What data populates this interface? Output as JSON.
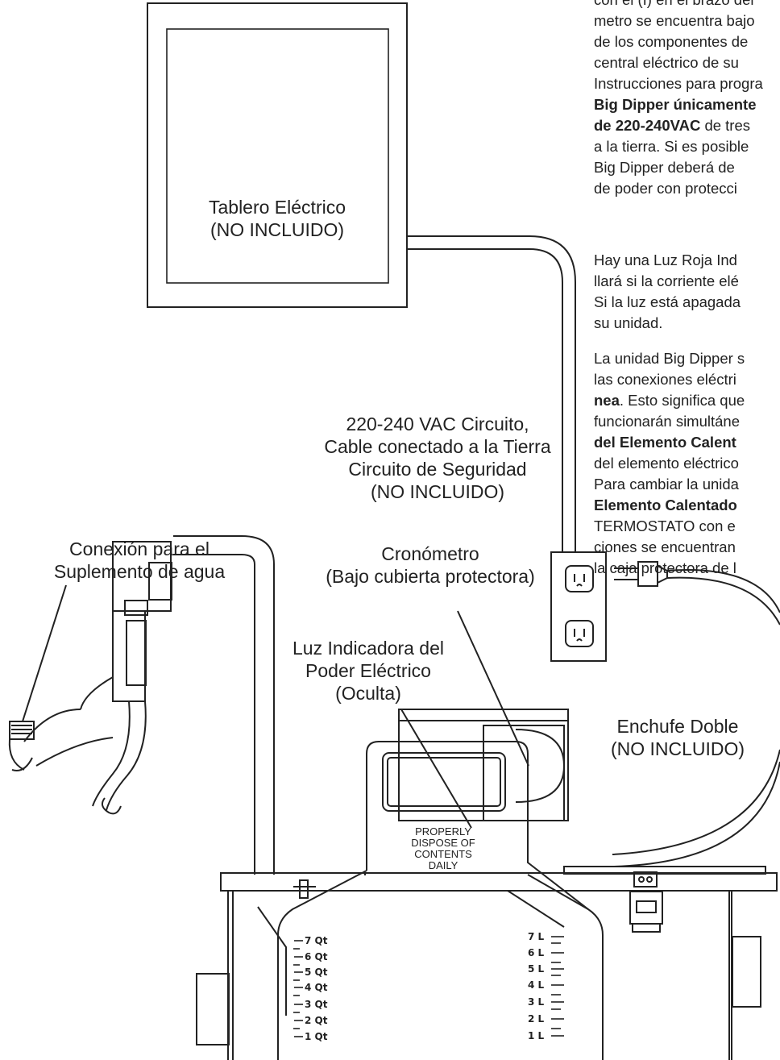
{
  "labels": {
    "panel_line1": "Tablero Eléctrico",
    "panel_line2": "(NO INCLUIDO)",
    "circuit_line1": "220-240 VAC Circuito,",
    "circuit_line2": "Cable conectado a la Tierra",
    "circuit_line3": "Circuito de Seguridad",
    "circuit_line4": "(NO INCLUIDO)",
    "water_line1": "Conexión para el",
    "water_line2": "Suplemento de agua",
    "timer_line1": "Cronómetro",
    "timer_line2": "(Bajo cubierta protectora)",
    "light_line1": "Luz Indicadora del",
    "light_line2": "Poder Eléctrico",
    "light_line3": "(Oculta)",
    "outlet_line1": "Enchufe Doble",
    "outlet_line2": "(NO INCLUIDO)"
  },
  "paragraph1": {
    "l0": "con el (I) en el brazo del",
    "l1": "metro se encuentra bajo",
    "l2": "de los componentes de",
    "l3": "central eléctrico de su",
    "l4": "Instrucciones para progra",
    "l5b": "Big Dipper únicamente",
    "l6b": "de 220-240VAC",
    "l6": " de tres",
    "l7": "a la tierra. Si es posible",
    "l8": "Big Dipper deberá de",
    "l9": "de poder con protecci"
  },
  "paragraph2": {
    "l0": "Hay una Luz Roja Ind",
    "l1": "llará si la corriente elé",
    "l2": "Si la luz está apagada",
    "l3": "su unidad."
  },
  "paragraph3": {
    "l0": "La unidad Big Dipper s",
    "l1": "las conexiones eléctri",
    "l2b": "nea",
    "l2": ". Esto significa que",
    "l3": "funcionarán simultáne",
    "l4b": "del Elemento Calent",
    "l5": "del elemento eléctrico",
    "l6": "Para cambiar la unida",
    "l7b": "Elemento Calentado",
    "l8": "TERMOSTATO con e",
    "l9": "ciones se encuentran",
    "l10": "la caja protectora de l"
  },
  "carton_text": {
    "l1": "PROPERLY",
    "l2": "DISPOSE OF",
    "l3": "CONTENTS",
    "l4": "DAILY"
  },
  "qt_marks": [
    "7 Qt",
    "6 Qt",
    "5 Qt",
    "4 Qt",
    "3 Qt",
    "2 Qt",
    "1 Qt"
  ],
  "l_marks": [
    "7 L",
    "6 L",
    "5 L",
    "4 L",
    "3 L",
    "2 L",
    "1 L"
  ]
}
